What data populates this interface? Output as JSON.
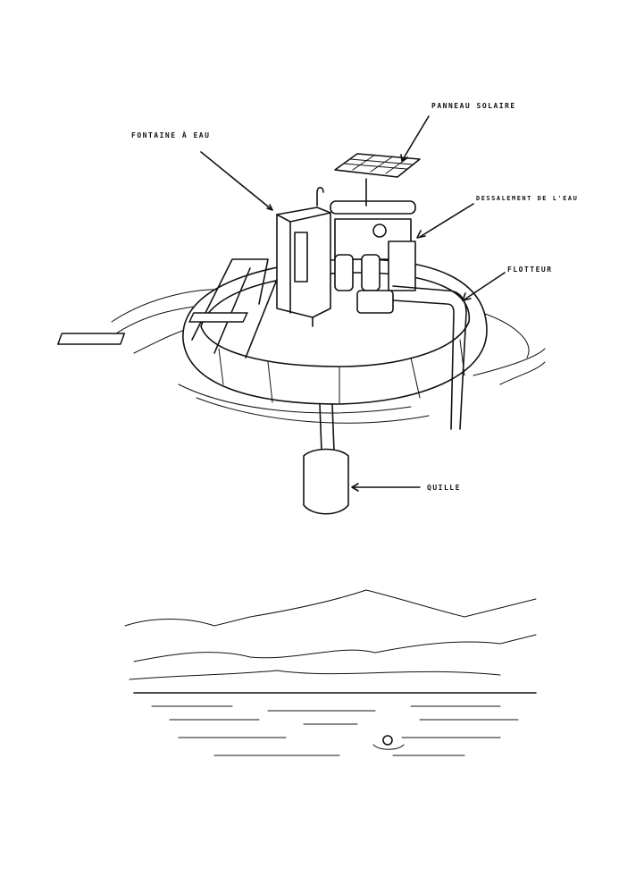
{
  "labels": {
    "fountain": "FONTAINE À EAU",
    "solar_panel": "PANNEAU SOLAIRE",
    "desalination": "DESSALEMENT DE L'EAU",
    "float": "FLOTTEUR",
    "keel": "QUILLE"
  }
}
